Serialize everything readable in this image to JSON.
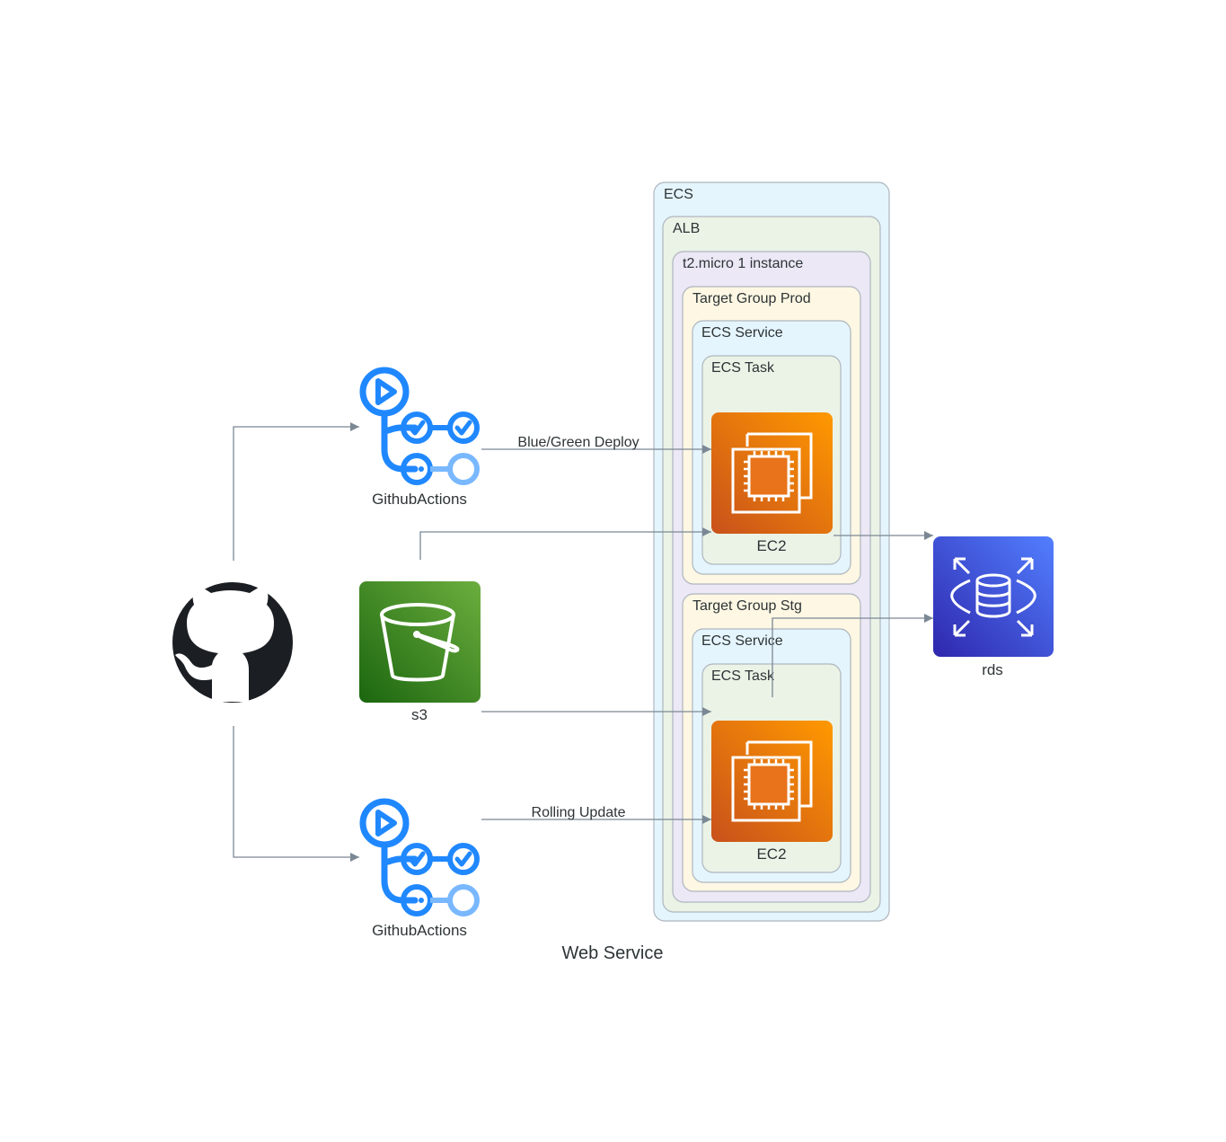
{
  "diagram": {
    "title": "Web Service",
    "clusters": {
      "ecs": "ECS",
      "alb": "ALB",
      "instance": "t2.micro 1 instance",
      "tg_prod": "Target Group Prod",
      "svc_prod": "ECS Service",
      "task_prod": "ECS Task",
      "tg_stg": "Target Group Stg",
      "svc_stg": "ECS Service",
      "task_stg": "ECS Task"
    },
    "nodes": {
      "github": {
        "label": "",
        "icon": "github-icon"
      },
      "actions_top": {
        "label": "GithubActions",
        "icon": "github-actions-icon"
      },
      "s3": {
        "label": "s3",
        "icon": "s3-bucket-icon"
      },
      "actions_bottom": {
        "label": "GithubActions",
        "icon": "github-actions-icon"
      },
      "ec2_prod": {
        "label": "EC2",
        "icon": "ec2-icon"
      },
      "ec2_stg": {
        "label": "EC2",
        "icon": "ec2-icon"
      },
      "rds": {
        "label": "rds",
        "icon": "rds-icon"
      }
    },
    "edges": {
      "blue_green": "Blue/Green Deploy",
      "rolling": "Rolling Update"
    },
    "colors": {
      "ecs_fill": "#e5f5fd",
      "alb_fill": "#ebf3e7",
      "instance_fill": "#ece8f6",
      "tg_fill": "#fdf7e3",
      "edge": "#7b8894",
      "ec2": "#e8731a",
      "s3": "#4b9e2f",
      "rds": "#3b48cc",
      "actions": "#2088ff"
    }
  }
}
